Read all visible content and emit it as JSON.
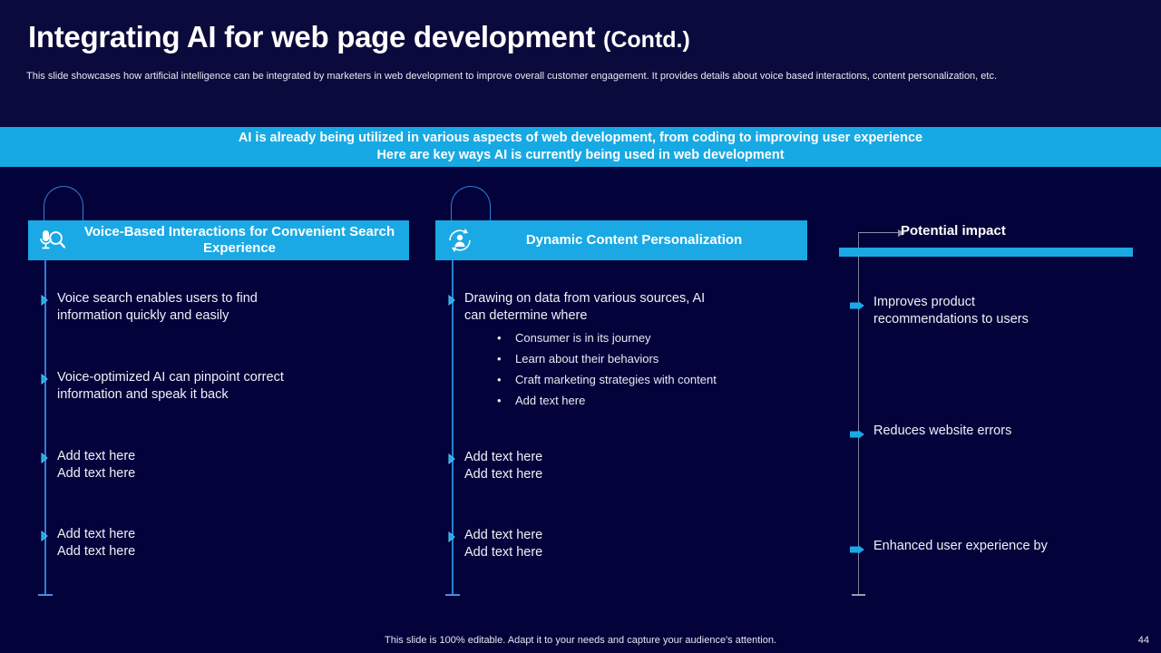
{
  "header": {
    "title_main": "Integrating AI for web page development",
    "title_suffix": "(Contd.)",
    "subtitle": "This slide showcases how artificial intelligence can be integrated by marketers in web development to improve overall customer engagement. It provides details about voice based interactions, content personalization, etc."
  },
  "banner": {
    "line1": "AI is already being utilized in various aspects of web development, from coding to improving user experience",
    "line2": "Here are key ways AI is currently being used in web development"
  },
  "columns": [
    {
      "icon": "microphone-search-icon",
      "title": "Voice-Based Interactions for Convenient Search Experience",
      "bullets": [
        {
          "text": "Voice search enables users to find information quickly and easily"
        },
        {
          "text": "Voice-optimized AI can pinpoint correct information and speak it back"
        },
        {
          "text": "Add text here\nAdd text here"
        },
        {
          "text": "Add text here\nAdd text here"
        }
      ]
    },
    {
      "icon": "user-refresh-icon",
      "title": "Dynamic Content Personalization",
      "bullets": [
        {
          "text": "Drawing on data from various sources, AI can determine where",
          "subbullets": [
            "Consumer is in its journey",
            "Learn about their behaviors",
            "Craft marketing strategies with content",
            "Add text here"
          ]
        },
        {
          "text": "Add text here\nAdd text here"
        },
        {
          "text": "Add text here\nAdd text here"
        }
      ]
    }
  ],
  "impact": {
    "title": "Potential impact",
    "bullets": [
      "Improves product recommendations to users",
      "Reduces website errors",
      "Enhanced user experience by"
    ]
  },
  "footer": {
    "note": "This slide is 100% editable. Adapt it to your needs and capture your audience's attention.",
    "page_number": "44"
  },
  "colors": {
    "background": "#04023a",
    "header_background": "#0a0a3c",
    "accent": "#1aa9e4",
    "banner": "#17a9e3",
    "spine": "#2e7fd4",
    "impact_line": "#7d7f96",
    "text": "#eef1f7"
  }
}
